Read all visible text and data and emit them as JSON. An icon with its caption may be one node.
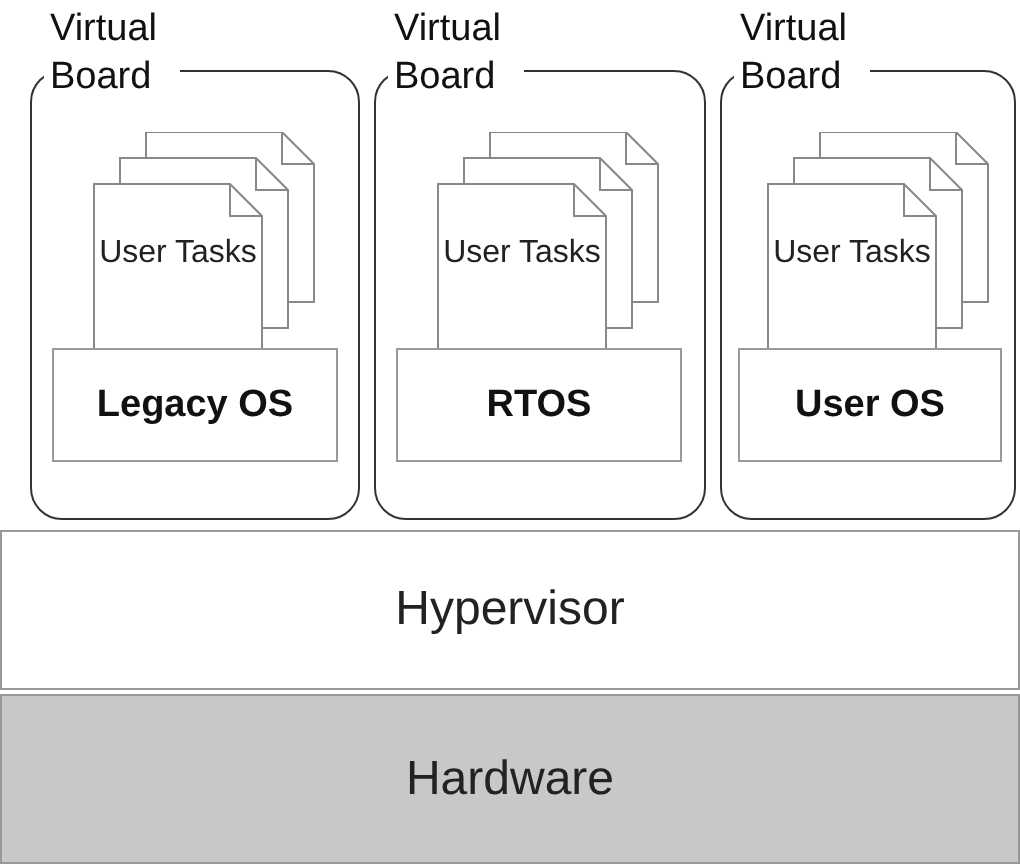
{
  "diagram": {
    "nodes": [
      {
        "text": [
          "Virtual Board"
        ]
      },
      {
        "text": [
          "User Tasks"
        ],
        "in": 0
      },
      {
        "text": [
          "Legacy OS"
        ],
        "in": 0
      },
      {
        "text": [
          "Virtual Board"
        ]
      },
      {
        "text": [
          "User Tasks"
        ],
        "in": 3
      },
      {
        "text": [
          "RTOS"
        ],
        "in": 3
      },
      {
        "text": [
          "Virtual Board"
        ]
      },
      {
        "text": [
          "User Tasks"
        ],
        "in": 6
      },
      {
        "text": [
          "User OS"
        ],
        "in": 6
      },
      {
        "text": [
          "Hypervisor"
        ]
      },
      {
        "text": [
          "Hardware"
        ]
      }
    ]
  }
}
